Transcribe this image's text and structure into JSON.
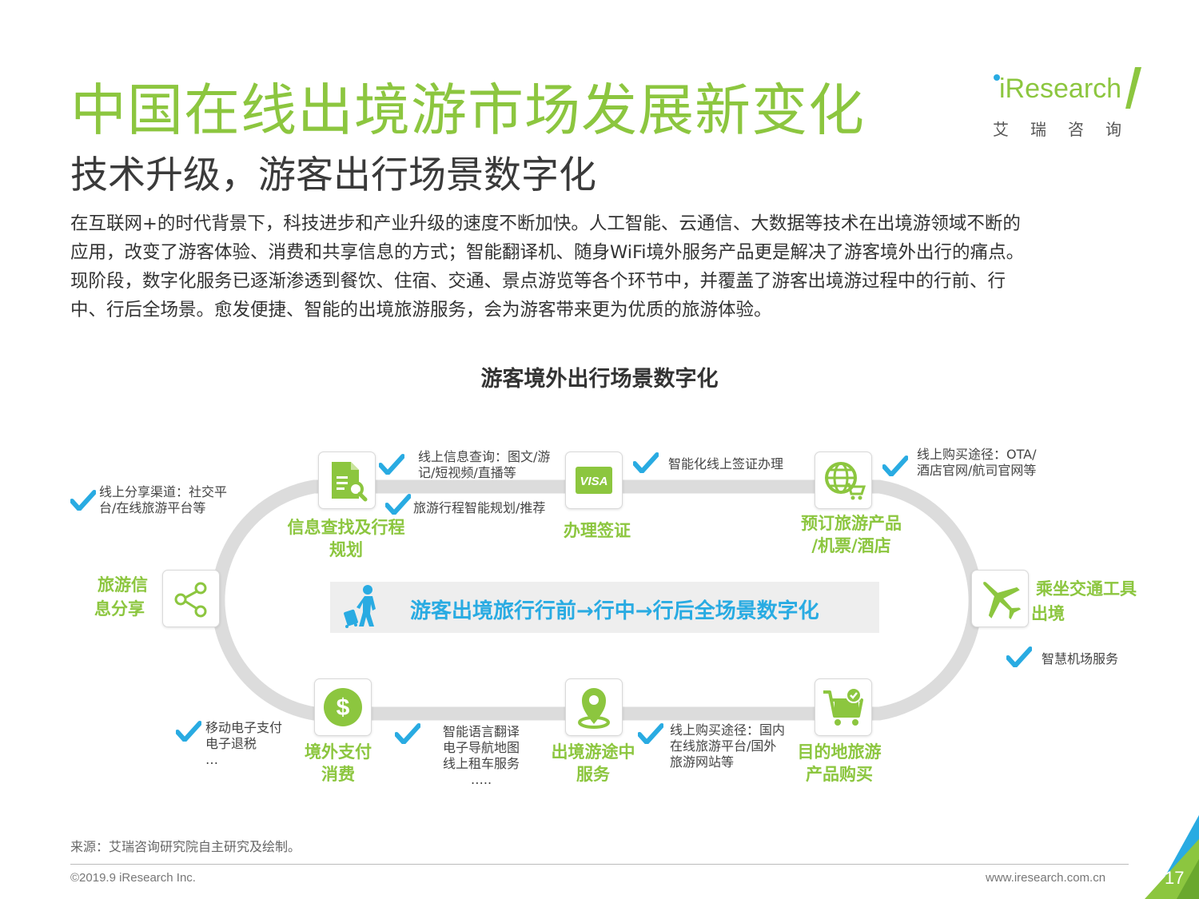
{
  "header": {
    "title": "中国在线出境游市场发展新变化",
    "subtitle": "技术升级，游客出行场景数字化",
    "logo_word": "iResearch",
    "logo_cn": "艾瑞咨询"
  },
  "body": {
    "lines": [
      "在互联网+的时代背景下，科技进步和产业升级的速度不断加快。人工智能、云通信、大数据等技术在出境游领域不断的",
      "应用，改变了游客体验、消费和共享信息的方式；智能翻译机、随身WiFi境外服务产品更是解决了游客境外出行的痛点。",
      "现阶段，数字化服务已逐渐渗透到餐饮、住宿、交通、景点游览等各个环节中，并覆盖了游客出境游过程中的行前、行",
      "中、行后全场景。愈发便捷、智能的出境旅游服务，会为游客带来更为优质的旅游体验。"
    ]
  },
  "diagram": {
    "title": "游客境外出行场景数字化",
    "center_text": "游客出境旅行行前→行中→行后全场景数字化",
    "icons": {
      "center": "traveler-with-luggage-icon",
      "check": "checkmark-icon"
    },
    "colors": {
      "accent_green": "#8cc63f",
      "accent_blue": "#29abe2",
      "track_gray": "#dcdcdc"
    },
    "nodes": {
      "info_search": {
        "label1": "信息查找及行程",
        "label2": "规划",
        "icon": "document-search-icon"
      },
      "visa": {
        "label1": "办理签证",
        "icon": "visa-card-icon"
      },
      "booking": {
        "label1": "预订旅游产品",
        "label2": "/机票/酒店",
        "icon": "globe-cart-icon"
      },
      "transport": {
        "label1": "乘坐交通工具",
        "label2": "出境",
        "icon": "airplane-icon"
      },
      "dest_shopping": {
        "label1": "目的地旅游",
        "label2": "产品购买",
        "icon": "shopping-cart-icon"
      },
      "in_trip": {
        "label1": "出境游途中",
        "label2": "服务",
        "icon": "location-pin-icon"
      },
      "payment": {
        "label1": "境外支付",
        "label2": "消费",
        "icon": "dollar-coin-icon"
      },
      "sharing": {
        "label1": "旅游信",
        "label2": "息分享",
        "icon": "share-icon"
      }
    },
    "notes": {
      "sharing": [
        "线上分享渠道：社交平",
        "台/在线旅游平台等"
      ],
      "info_query": [
        "线上信息查询：图文/游",
        "记/短视频/直播等"
      ],
      "itinerary": [
        "旅游行程智能规划/推荐"
      ],
      "visa": [
        "智能化线上签证办理"
      ],
      "booking": [
        "线上购买途径：OTA/",
        "酒店官网/航司官网等"
      ],
      "airport": [
        "智慧机场服务"
      ],
      "shopping": [
        "线上购买途径：国内",
        "在线旅游平台/国外",
        "旅游网站等"
      ],
      "in_trip": [
        "智能语言翻译",
        "电子导航地图",
        "线上租车服务",
        "….."
      ],
      "payment": [
        "移动电子支付",
        "电子退税",
        "…"
      ]
    }
  },
  "footer": {
    "source": "来源：艾瑞咨询研究院自主研究及绘制。",
    "copyright": "©2019.9 iResearch Inc.",
    "website": "www.iresearch.com.cn",
    "page_number": "17"
  }
}
